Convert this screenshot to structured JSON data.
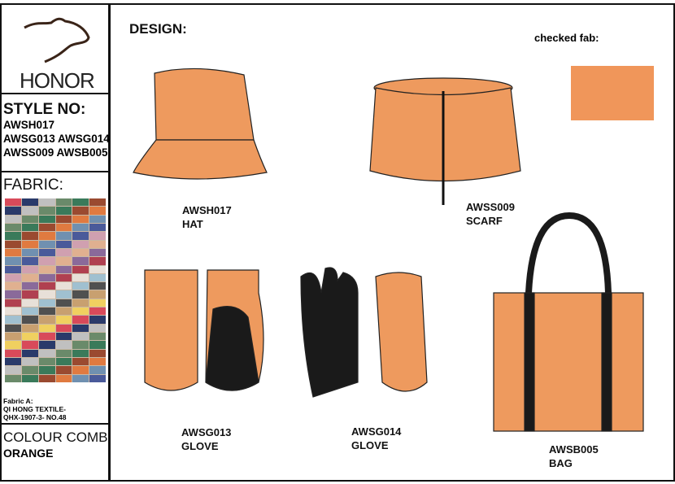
{
  "brand": "HONOR",
  "style_no": {
    "title": "STYLE NO:",
    "lines": [
      "AWSH017",
      "AWSG013 AWSG014",
      "AWSS009 AWSB005"
    ]
  },
  "fabric": {
    "title": "FABRIC:",
    "lines": [
      "Fabric A:",
      "QI HONG TEXTILE-",
      "QHX-1907-3- NO.48"
    ]
  },
  "colour": {
    "title": "COLOUR COMB:",
    "value": "ORANGE"
  },
  "design": {
    "title": "DESIGN:",
    "checked_fab": "checked fab:",
    "swatch_color": "#f0965a"
  },
  "items": [
    {
      "code": "AWSH017",
      "name": "HAT"
    },
    {
      "code": "AWSS009",
      "name": "SCARF"
    },
    {
      "code": "AWSG013",
      "name": "GLOVE"
    },
    {
      "code": "AWSG014",
      "name": "GLOVE"
    },
    {
      "code": "AWSB005",
      "name": "BAG"
    }
  ],
  "colors": {
    "orange": "#ee9a5e",
    "black": "#1a1a1a"
  }
}
